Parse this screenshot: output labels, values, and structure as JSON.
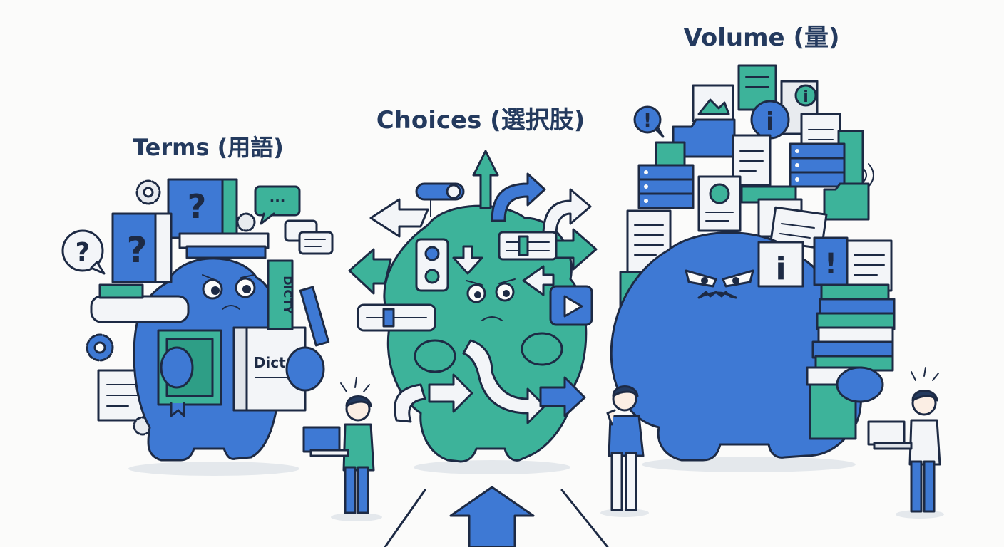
{
  "titles": {
    "terms": "Terms (用語)",
    "choices": "Choices (選択肢)",
    "volume": "Volume (量)"
  },
  "book_labels": {
    "dict": "Dict.",
    "dicty": "DICTY",
    "question_mark": "?",
    "info": "i",
    "exclamation": "!",
    "ellipsis": "..."
  },
  "colors": {
    "blue": "#3e79d4",
    "teal": "#3db39a",
    "outline": "#1d2a44",
    "title": "#243a5e",
    "background": "#fbfbfa"
  },
  "icons": [
    "gear-icon",
    "question-bubble-icon",
    "chat-bubble-icon",
    "arrow-icon",
    "toggle-switch-icon",
    "play-icon",
    "document-icon",
    "server-icon",
    "folder-icon",
    "image-icon",
    "info-icon",
    "exclamation-icon",
    "chart-icon",
    "laptop-icon"
  ]
}
